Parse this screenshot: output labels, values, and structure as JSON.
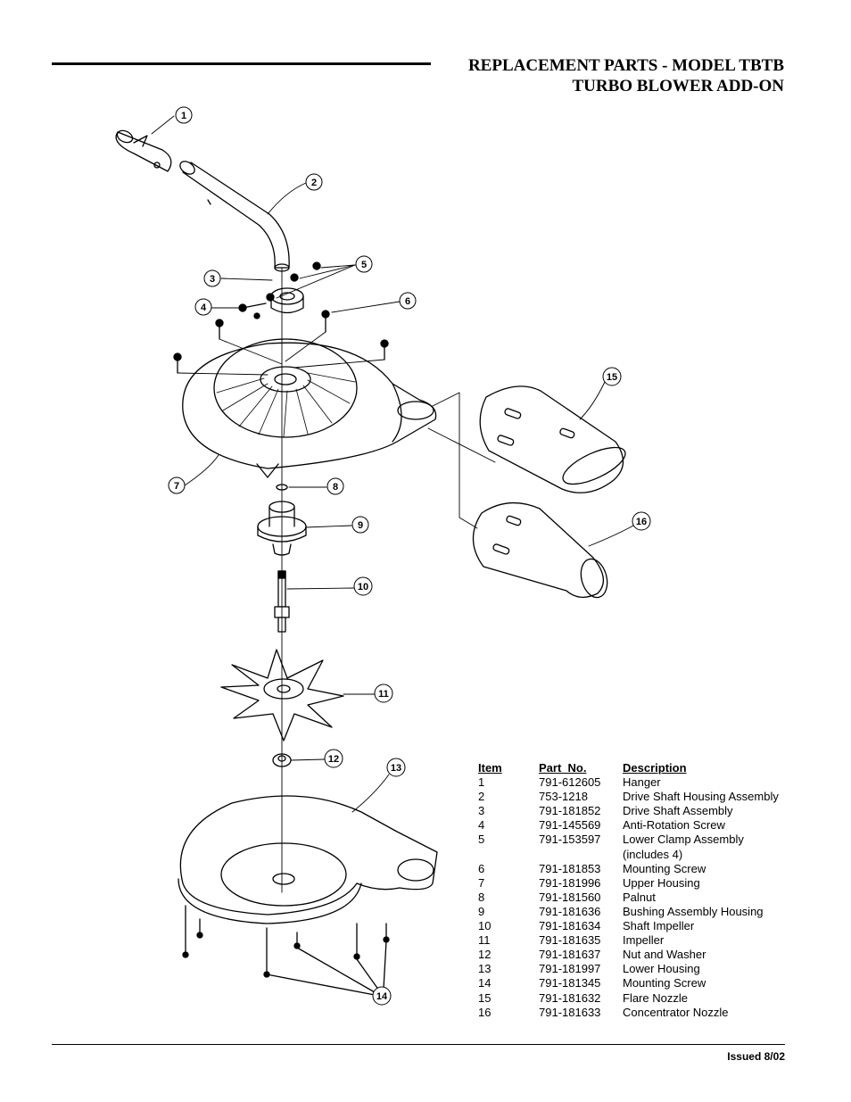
{
  "header": {
    "title_line1": "REPLACEMENT PARTS - MODEL TBTB",
    "title_line2": "TURBO BLOWER ADD-ON"
  },
  "diagram": {
    "callouts": [
      "1",
      "2",
      "3",
      "4",
      "5",
      "6",
      "7",
      "8",
      "9",
      "10",
      "11",
      "12",
      "13",
      "14",
      "15",
      "16"
    ]
  },
  "parts_list": {
    "headers": {
      "item": "Item",
      "part_no": "Part  No.",
      "description": "Description"
    },
    "rows": [
      {
        "item": "1",
        "part_no": "791-612605",
        "description": "Hanger"
      },
      {
        "item": "2",
        "part_no": "753-1218",
        "description": "Drive Shaft Housing Assembly"
      },
      {
        "item": "3",
        "part_no": "791-181852",
        "description": "Drive Shaft Assembly"
      },
      {
        "item": "4",
        "part_no": "791-145569",
        "description": "Anti-Rotation Screw"
      },
      {
        "item": "5",
        "part_no": "791-153597",
        "description": "Lower Clamp Assembly"
      },
      {
        "item": "",
        "part_no": "",
        "description": "(includes 4)"
      },
      {
        "item": "6",
        "part_no": "791-181853",
        "description": "Mounting Screw"
      },
      {
        "item": "7",
        "part_no": "791-181996",
        "description": "Upper Housing"
      },
      {
        "item": "8",
        "part_no": "791-181560",
        "description": "Palnut"
      },
      {
        "item": "9",
        "part_no": "791-181636",
        "description": "Bushing Assembly Housing"
      },
      {
        "item": "10",
        "part_no": "791-181634",
        "description": "Shaft Impeller"
      },
      {
        "item": "11",
        "part_no": "791-181635",
        "description": "Impeller"
      },
      {
        "item": "12",
        "part_no": "791-181637",
        "description": "Nut and Washer"
      },
      {
        "item": "13",
        "part_no": "791-181997",
        "description": "Lower Housing"
      },
      {
        "item": "14",
        "part_no": "791-181345",
        "description": "Mounting Screw"
      },
      {
        "item": "15",
        "part_no": "791-181632",
        "description": "Flare Nozzle"
      },
      {
        "item": "16",
        "part_no": "791-181633",
        "description": "Concentrator Nozzle"
      }
    ]
  },
  "footer": {
    "issued": "Issued 8/02"
  }
}
